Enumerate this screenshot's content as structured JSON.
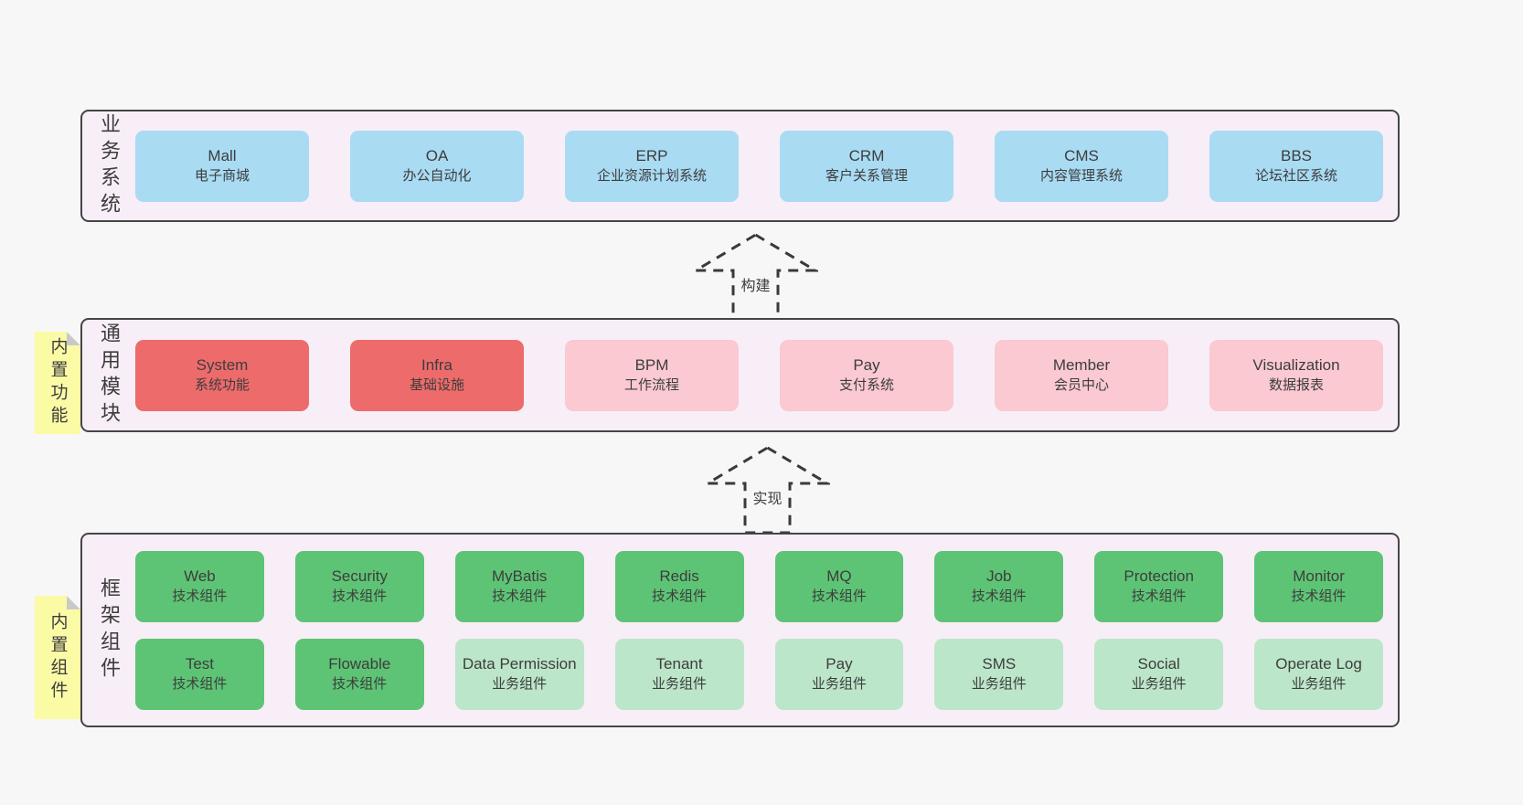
{
  "colors": {
    "page_background": "#f7f7f7",
    "layer_background": "#f8eef7",
    "layer_border": "#454545",
    "blue_box": "#a9dbf3",
    "red_box": "#ee6b6b",
    "pink_box": "#fac9d1",
    "green_box": "#5ec475",
    "light_green_box": "#bce6c9",
    "sticky_note": "#fbfba6",
    "sticky_fold": "#c9c9c9",
    "text": "#3d3d3d"
  },
  "arrows": [
    {
      "label": "构建"
    },
    {
      "label": "实现"
    }
  ],
  "layers": [
    {
      "label": "业务系统",
      "boxes": [
        {
          "title": "Mall",
          "subtitle": "电子商城"
        },
        {
          "title": "OA",
          "subtitle": "办公自动化"
        },
        {
          "title": "ERP",
          "subtitle": "企业资源计划系统"
        },
        {
          "title": "CRM",
          "subtitle": "客户关系管理"
        },
        {
          "title": "CMS",
          "subtitle": "内容管理系统"
        },
        {
          "title": "BBS",
          "subtitle": "论坛社区系统"
        }
      ]
    },
    {
      "label": "通用模块",
      "sticky": "内置功能",
      "boxes": [
        {
          "title": "System",
          "subtitle": "系统功能"
        },
        {
          "title": "Infra",
          "subtitle": "基础设施"
        },
        {
          "title": "BPM",
          "subtitle": "工作流程"
        },
        {
          "title": "Pay",
          "subtitle": "支付系统"
        },
        {
          "title": "Member",
          "subtitle": "会员中心"
        },
        {
          "title": "Visualization",
          "subtitle": "数据报表"
        }
      ]
    },
    {
      "label": "框架组件",
      "sticky": "内置组件",
      "rows": [
        [
          {
            "title": "Web",
            "subtitle": "技术组件"
          },
          {
            "title": "Security",
            "subtitle": "技术组件"
          },
          {
            "title": "MyBatis",
            "subtitle": "技术组件"
          },
          {
            "title": "Redis",
            "subtitle": "技术组件"
          },
          {
            "title": "MQ",
            "subtitle": "技术组件"
          },
          {
            "title": "Job",
            "subtitle": "技术组件"
          },
          {
            "title": "Protection",
            "subtitle": "技术组件"
          },
          {
            "title": "Monitor",
            "subtitle": "技术组件"
          }
        ],
        [
          {
            "title": "Test",
            "subtitle": "技术组件"
          },
          {
            "title": "Flowable",
            "subtitle": "技术组件"
          },
          {
            "title": "Data Permission",
            "subtitle": "业务组件"
          },
          {
            "title": "Tenant",
            "subtitle": "业务组件"
          },
          {
            "title": "Pay",
            "subtitle": "业务组件"
          },
          {
            "title": "SMS",
            "subtitle": "业务组件"
          },
          {
            "title": "Social",
            "subtitle": "业务组件"
          },
          {
            "title": "Operate Log",
            "subtitle": "业务组件"
          }
        ]
      ]
    }
  ]
}
